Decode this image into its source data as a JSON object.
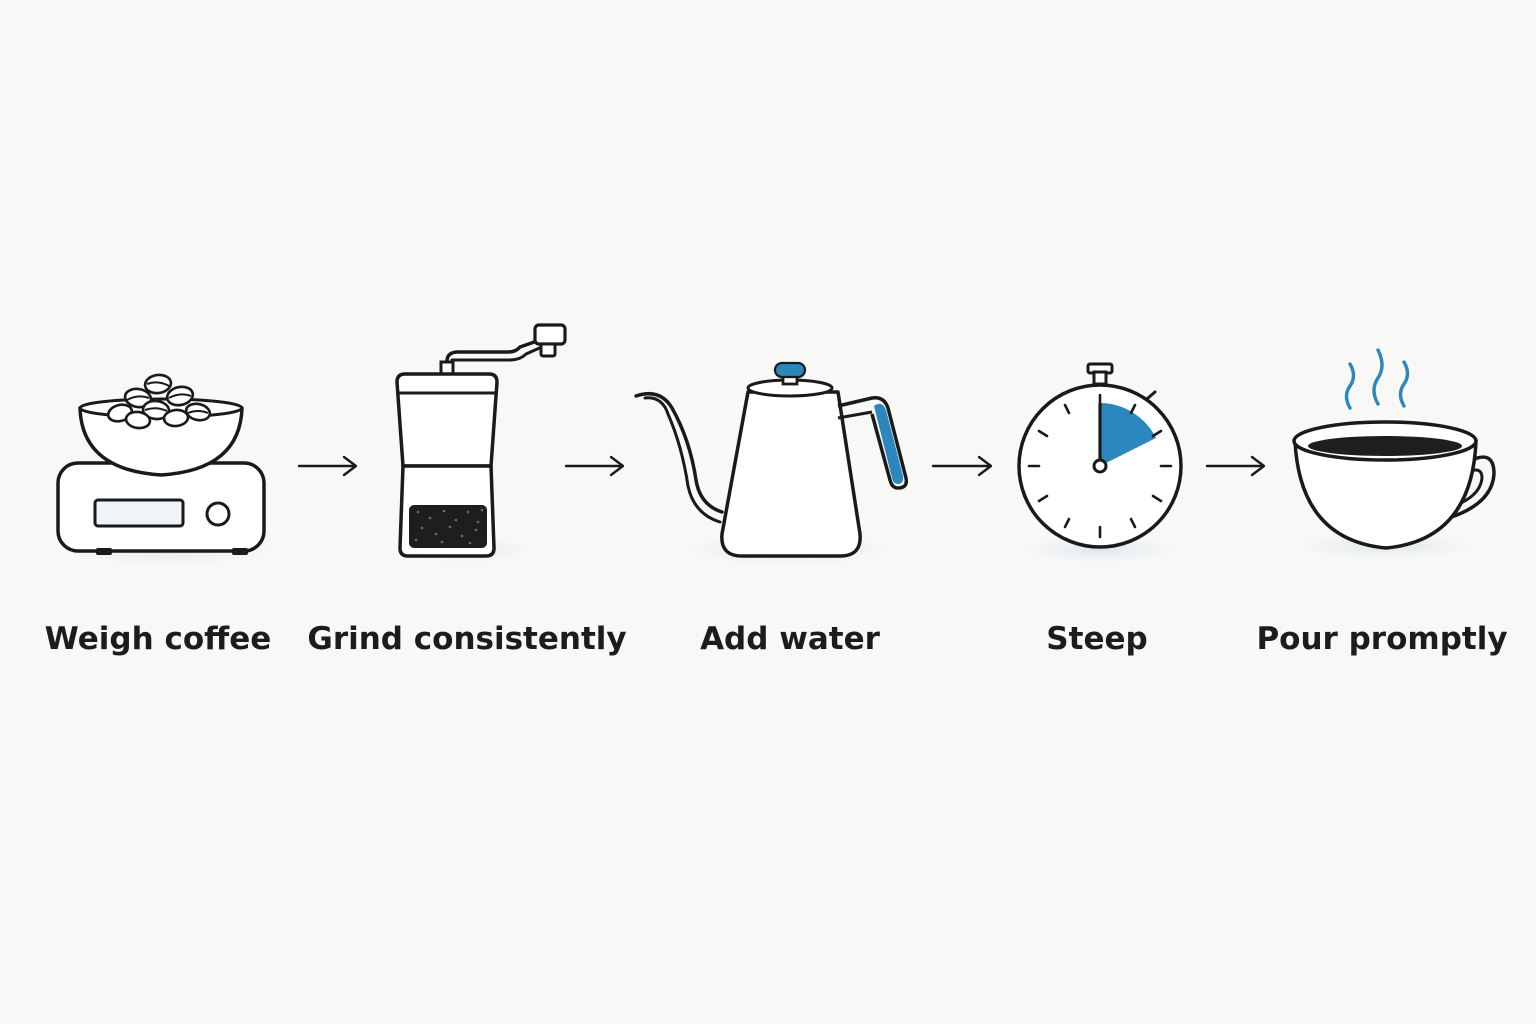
{
  "accent_color": "#2b87bd",
  "ink_color": "#1a1a1a",
  "background_color": "#f8f8f6",
  "steps": [
    {
      "label": "Weigh coffee",
      "icon": "scale-with-beans-icon"
    },
    {
      "label": "Grind consistently",
      "icon": "coffee-grinder-icon"
    },
    {
      "label": "Add water",
      "icon": "gooseneck-kettle-icon"
    },
    {
      "label": "Steep",
      "icon": "stopwatch-icon"
    },
    {
      "label": "Pour promptly",
      "icon": "steaming-cup-icon"
    }
  ],
  "connectors": [
    "arrow-right-icon",
    "arrow-right-icon",
    "arrow-right-icon",
    "arrow-right-icon"
  ]
}
